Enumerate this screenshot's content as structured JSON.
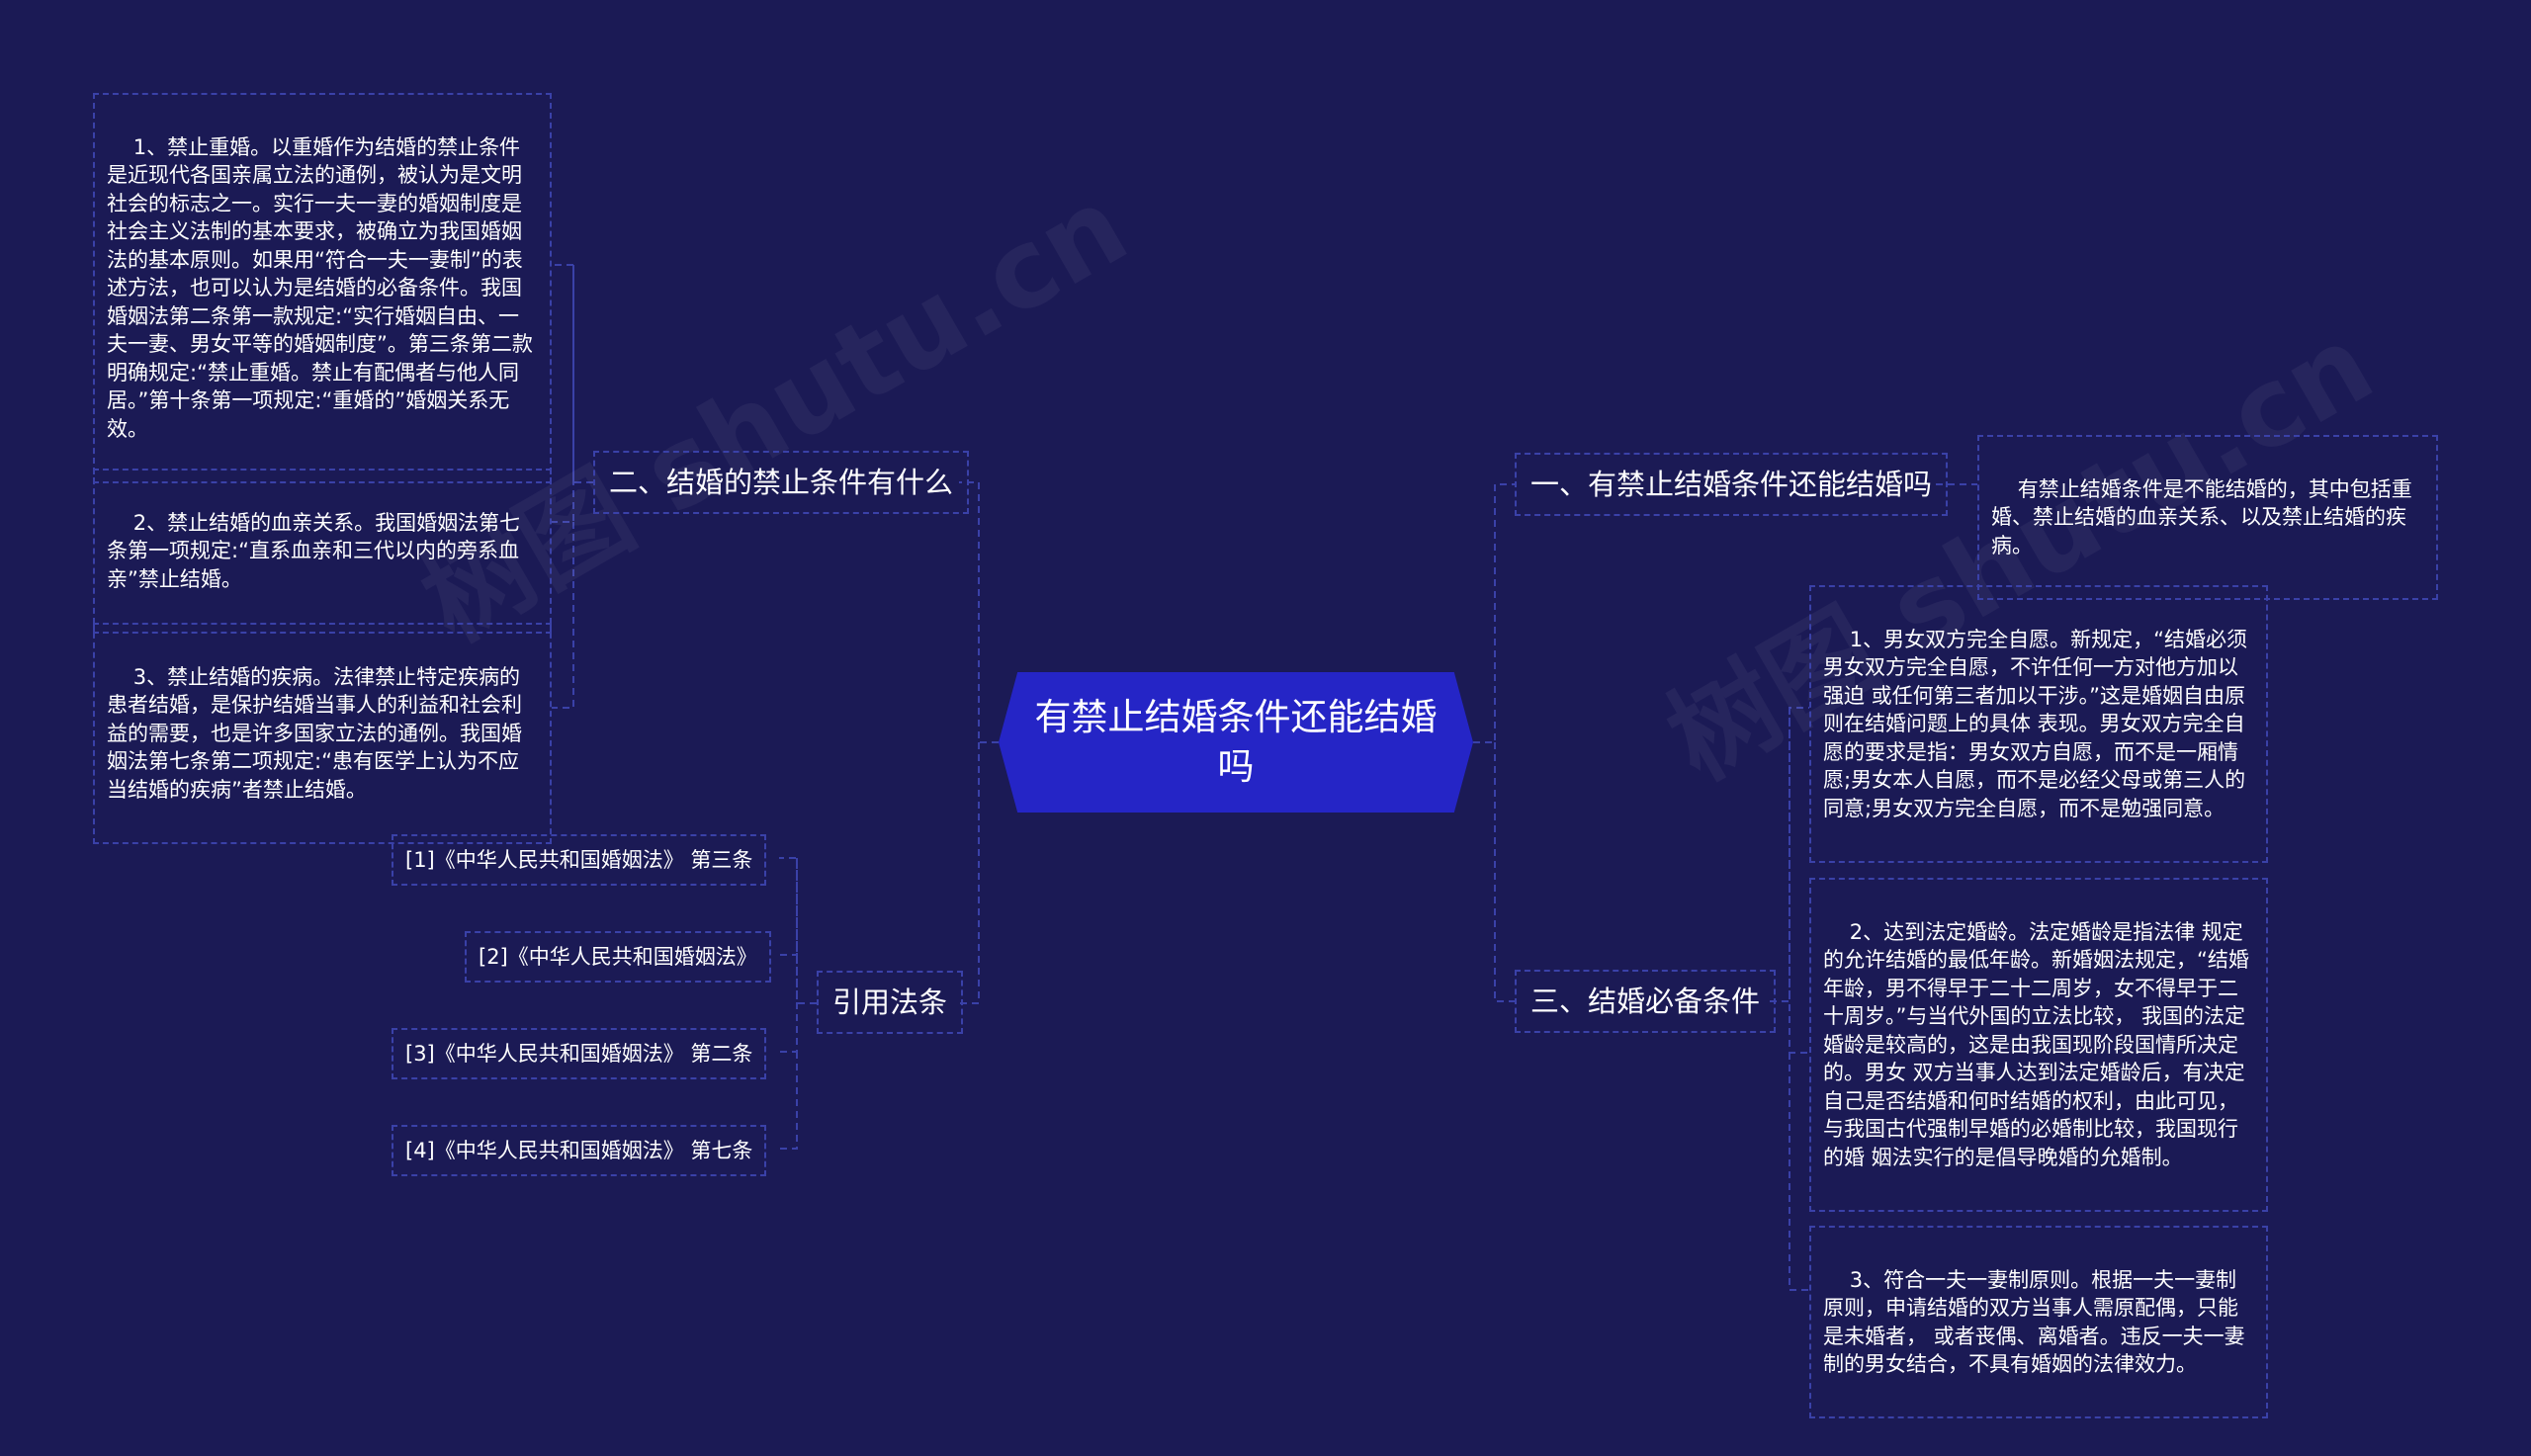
{
  "root": {
    "title": "有禁止结婚条件还能结婚吗"
  },
  "branches": {
    "b1": {
      "label": "一、有禁止结婚条件还能结婚吗"
    },
    "b2": {
      "label": "二、结婚的禁止条件有什么"
    },
    "b3": {
      "label": "三、结婚必备条件"
    },
    "b4": {
      "label": "引用法条"
    }
  },
  "leaves": {
    "b1_1": "有禁止结婚条件是不能结婚的，其中包括重婚、禁止结婚的血亲关系、以及禁止结婚的疾病。",
    "b2_1": "1、禁止重婚。以重婚作为结婚的禁止条件是近现代各国亲属立法的通例，被认为是文明社会的标志之一。实行一夫一妻的婚姻制度是社会主义法制的基本要求，被确立为我国婚姻法的基本原则。如果用“符合一夫一妻制”的表述方法，也可以认为是结婚的必备条件。我国婚姻法第二条第一款规定:“实行婚姻自由、一夫一妻、男女平等的婚姻制度”。第三条第二款明确规定:“禁止重婚。禁止有配偶者与他人同居。”第十条第一项规定:“重婚的”婚姻关系无效。",
    "b2_2": "2、禁止结婚的血亲关系。我国婚姻法第七条第一项规定:“直系血亲和三代以内的旁系血亲”禁止结婚。",
    "b2_3": "3、禁止结婚的疾病。法律禁止特定疾病的患者结婚，是保护结婚当事人的利益和社会利益的需要，也是许多国家立法的通例。我国婚姻法第七条第二项规定:“患有医学上认为不应当结婚的疾病”者禁止结婚。",
    "b3_1": "1、男女双方完全自愿。新规定，“结婚必须男女双方完全自愿，不许任何一方对他方加以强迫 或任何第三者加以干涉。”这是婚姻自由原则在结婚问题上的具体 表现。男女双方完全自愿的要求是指：男女双方自愿，而不是一厢情愿;男女本人自愿，而不是必经父母或第三人的同意;男女双方完全自愿，而不是勉强同意。",
    "b3_2": "2、达到法定婚龄。法定婚龄是指法律 规定的允许结婚的最低年龄。新婚姻法规定，“结婚年龄，男不得早于二十二周岁，女不得早于二十周岁。”与当代外国的立法比较， 我国的法定婚龄是较高的，这是由我国现阶段国情所决定的。男女 双方当事人达到法定婚龄后，有决定自己是否结婚和何时结婚的权利，由此可见，与我国古代强制早婚的必婚制比较，我国现行的婚 姻法实行的是倡导晚婚的允婚制。",
    "b3_3": "3、符合一夫一妻制原则。根据一夫一妻制原则，申请结婚的双方当事人需原配偶，只能是未婚者， 或者丧偶、离婚者。违反一夫一妻制的男女结合，不具有婚姻的法律效力。",
    "b4_1": "[1]《中华人民共和国婚姻法》 第三条",
    "b4_2": "[2]《中华人民共和国婚姻法》",
    "b4_3": "[3]《中华人民共和国婚姻法》 第二条",
    "b4_4": "[4]《中华人民共和国婚姻法》 第七条"
  },
  "colors": {
    "background": "#1b1a55",
    "root_fill": "#2525c6",
    "connector": "#3a41a8",
    "text": "#ffffff"
  }
}
